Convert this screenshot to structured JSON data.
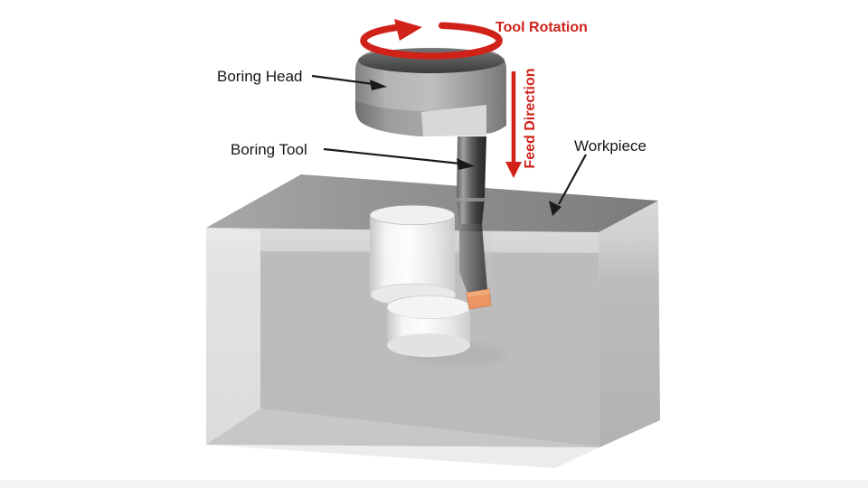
{
  "diagram": {
    "title": "Boring operation diagram",
    "type": "3d-technical-illustration"
  },
  "labels": {
    "tool_rotation": {
      "text": "Tool Rotation"
    },
    "feed_direction": {
      "text": "Feed Direction"
    },
    "boring_head": {
      "text": "Boring Head"
    },
    "boring_tool": {
      "text": "Boring Tool"
    },
    "workpiece": {
      "text": "Workpiece"
    }
  },
  "colors": {
    "annotation_red": "#d02219",
    "annotation_black": "#1a1a1a",
    "insert_orange": "#ec9666",
    "head_gray": "#a9a9a9",
    "shaft_dark_gray": "#4a4a4a",
    "workpiece_top_gray": "#8d8d8d",
    "workpiece_front_gray": "#c9c9c9",
    "background": "#ffffff"
  }
}
